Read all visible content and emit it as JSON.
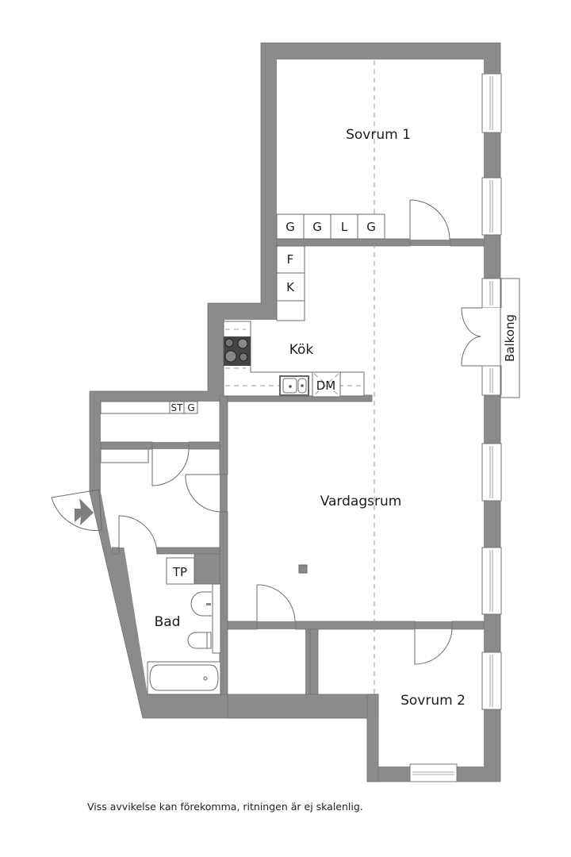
{
  "rooms": {
    "sovrum1": "Sovrum 1",
    "kok": "Kök",
    "balkong": "Balkong",
    "vardagsrum": "Vardagsrum",
    "bad": "Bad",
    "sovrum2": "Sovrum 2"
  },
  "fixtures": {
    "wardrobes": [
      "G",
      "G",
      "L",
      "G"
    ],
    "fridge": "F",
    "freezer": "K",
    "dishwasher": "DM",
    "hall_storage": [
      "ST",
      "G"
    ],
    "laundry": "TP"
  },
  "footer": {
    "disclaimer": "Viss avvikelse kan förekomma, ritningen är ej skalenlig."
  },
  "colors": {
    "wall": "#8a8b8c",
    "background": "#ffffff",
    "stove": "#444444"
  }
}
